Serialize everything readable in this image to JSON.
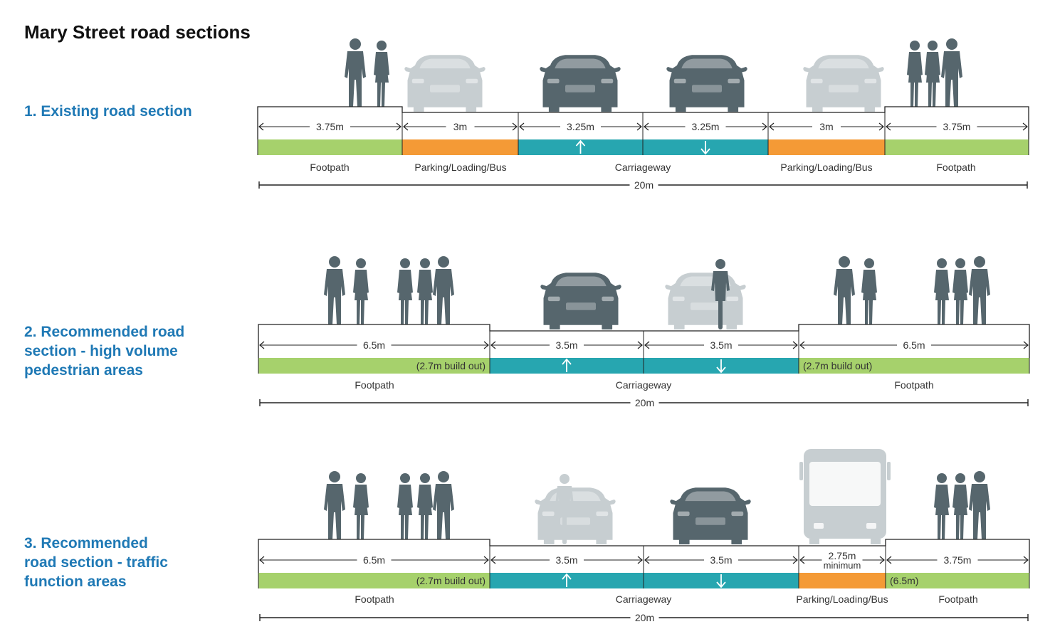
{
  "title": "Mary Street road sections",
  "colors": {
    "footpath": "#a6d16c",
    "parking": "#f49a36",
    "carriageway": "#27a6b0",
    "label_blue": "#1f79b5",
    "figure_dark": "#56666d",
    "figure_light": "#c7ced1",
    "line": "#222222"
  },
  "sections": [
    {
      "label_lines": [
        "1. Existing road section"
      ],
      "total": "20m",
      "zones": [
        {
          "name": "footpath",
          "width": "3.75m",
          "color": "footpath",
          "label": "Footpath"
        },
        {
          "name": "parking-left",
          "width": "3m",
          "color": "parking",
          "label": "Parking/Loading/Bus"
        },
        {
          "name": "carriageway-up",
          "width": "3.25m",
          "color": "carriageway",
          "arrow": "up"
        },
        {
          "name": "carriageway-down",
          "width": "3.25m",
          "color": "carriageway",
          "arrow": "down"
        },
        {
          "name": "parking-right",
          "width": "3m",
          "color": "parking",
          "label": "Parking/Loading/Bus"
        },
        {
          "name": "footpath-right",
          "width": "3.75m",
          "color": "footpath",
          "label": "Footpath"
        }
      ],
      "group_labels": [
        "Carriageway"
      ]
    },
    {
      "label_lines": [
        "2. Recommended road",
        "section - high volume",
        "pedestrian areas"
      ],
      "total": "20m",
      "zones": [
        {
          "name": "footpath-left",
          "width": "6.5m",
          "color": "footpath",
          "note": "(2.7m build out)",
          "label": "Footpath"
        },
        {
          "name": "carriageway-up",
          "width": "3.5m",
          "color": "carriageway",
          "arrow": "up"
        },
        {
          "name": "carriageway-down",
          "width": "3.5m",
          "color": "carriageway",
          "arrow": "down"
        },
        {
          "name": "footpath-right",
          "width": "6.5m",
          "color": "footpath",
          "note": "(2.7m build out)",
          "label": "Footpath"
        }
      ],
      "group_labels": [
        "Carriageway"
      ]
    },
    {
      "label_lines": [
        "3. Recommended",
        "road section - traffic",
        "function areas"
      ],
      "total": "20m",
      "zones": [
        {
          "name": "footpath-left",
          "width": "6.5m",
          "color": "footpath",
          "note": "(2.7m build out)",
          "label": "Footpath"
        },
        {
          "name": "carriageway-up",
          "width": "3.5m",
          "color": "carriageway",
          "arrow": "up"
        },
        {
          "name": "carriageway-down",
          "width": "3.5m",
          "color": "carriageway",
          "arrow": "down"
        },
        {
          "name": "parking",
          "width": "2.75m",
          "width_sub": "minimum",
          "color": "parking",
          "label": "Parking/Loading/Bus"
        },
        {
          "name": "footpath-right",
          "width": "3.75m",
          "color": "footpath",
          "note": "(6.5m)",
          "label": "Footpath"
        }
      ],
      "group_labels": [
        "Carriageway"
      ]
    }
  ]
}
